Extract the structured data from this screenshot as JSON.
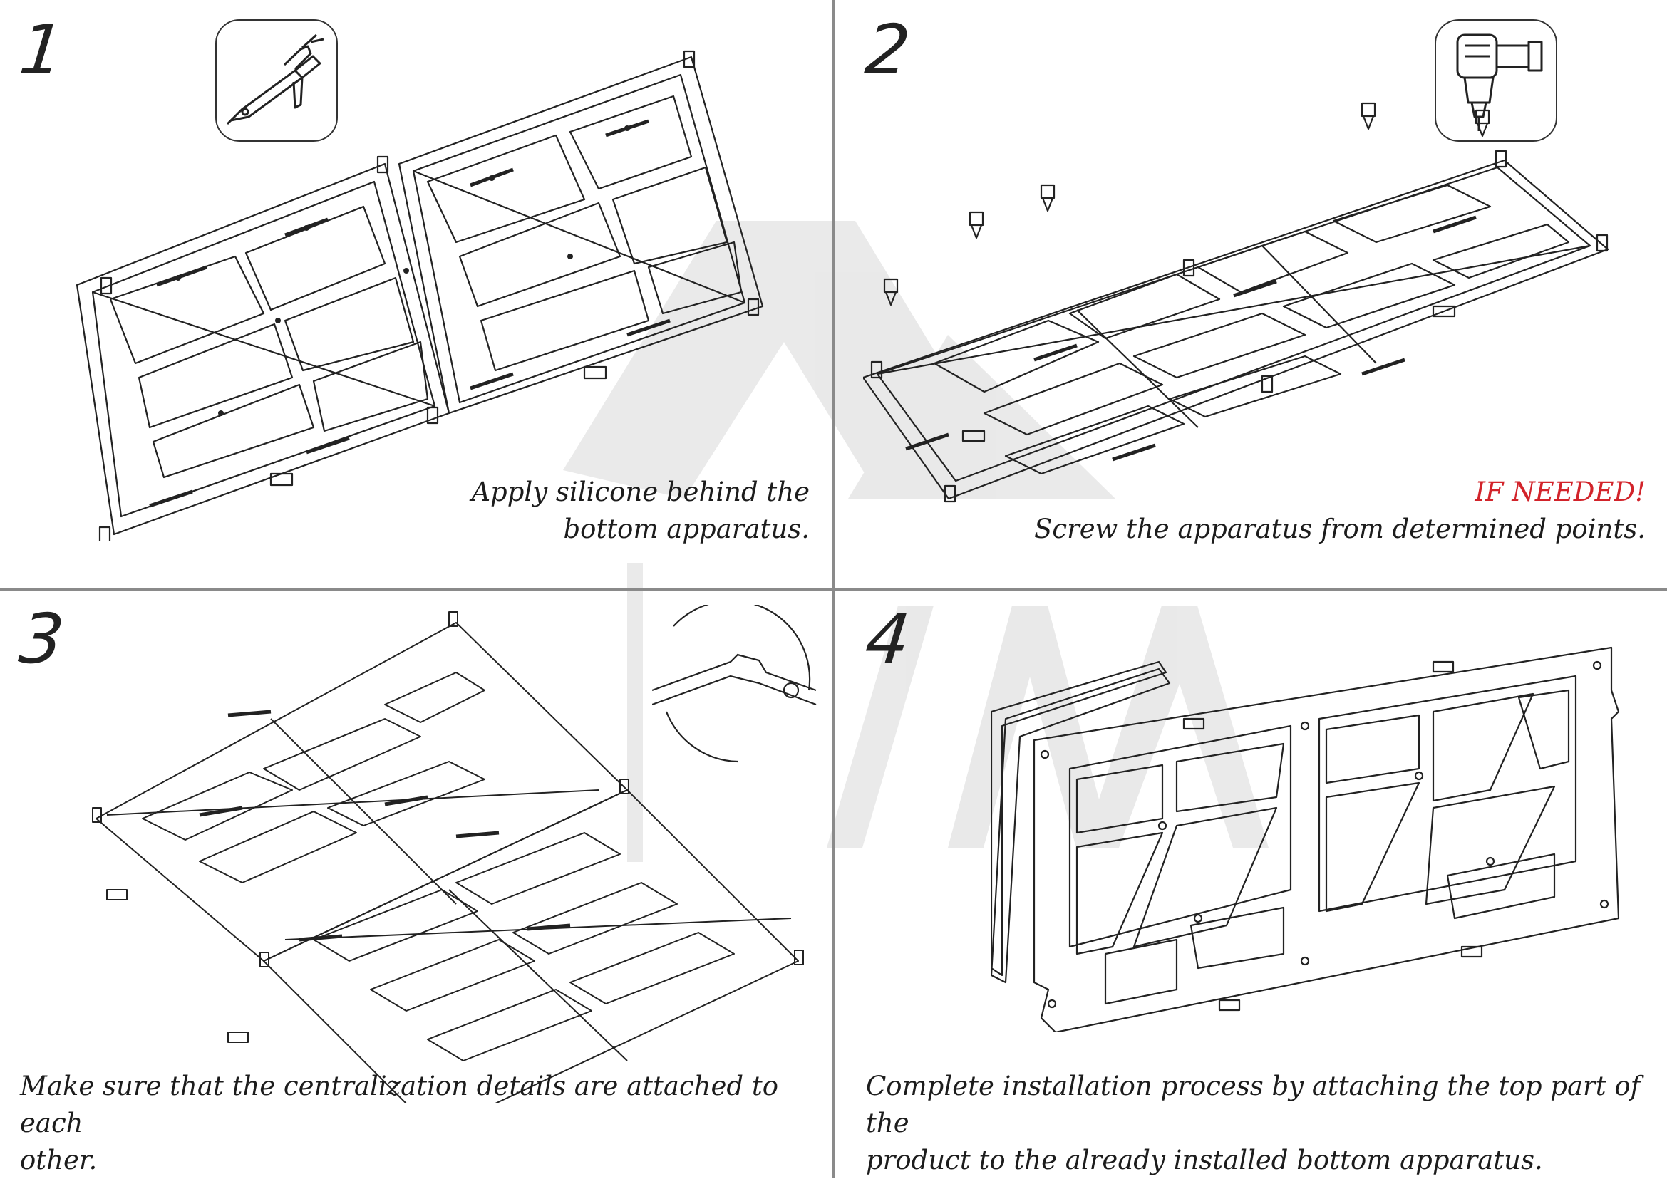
{
  "steps": [
    {
      "number": "1",
      "icon": "silicone-gun-icon",
      "caption_line1": "Apply silicone behind the",
      "caption_line2": "bottom apparatus."
    },
    {
      "number": "2",
      "icon": "power-drill-icon",
      "warning": "IF NEEDED!",
      "caption_line1": "Screw the apparatus from determined points."
    },
    {
      "number": "3",
      "caption_line1": "Make sure that the centralization details are attached to each",
      "caption_line2": "other."
    },
    {
      "number": "4",
      "caption_line1": "Complete installation process by attaching the top part of the",
      "caption_line2": "product to the already installed bottom apparatus."
    }
  ],
  "colors": {
    "warning": "#d2232a",
    "line": "#222222",
    "divider": "#8a8a8a",
    "watermark": "#e3e3e3"
  }
}
